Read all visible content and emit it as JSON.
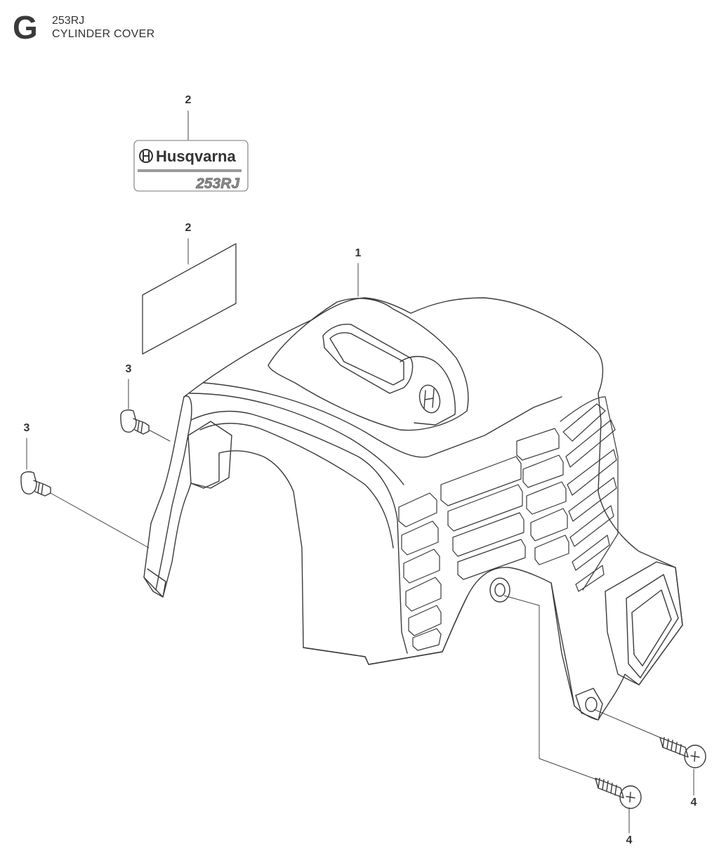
{
  "header": {
    "section_letter": "G",
    "model": "253RJ",
    "title": "CYLINDER COVER"
  },
  "decal": {
    "brand": "Husqvarna",
    "model": "253RJ"
  },
  "callouts": [
    {
      "id": "c-decal-label",
      "number": "2"
    },
    {
      "id": "c-decal-blank",
      "number": "2"
    },
    {
      "id": "c-cover",
      "number": "1"
    },
    {
      "id": "c-screw-upper",
      "number": "3"
    },
    {
      "id": "c-screw-left",
      "number": "3"
    },
    {
      "id": "c-bolt-lower",
      "number": "4"
    },
    {
      "id": "c-bolt-right",
      "number": "4"
    }
  ],
  "colors": {
    "line": "#3a3a3a",
    "leader": "#444444",
    "decal_bar": "#9a9a9a",
    "decal_model": "#8a8a8a"
  }
}
